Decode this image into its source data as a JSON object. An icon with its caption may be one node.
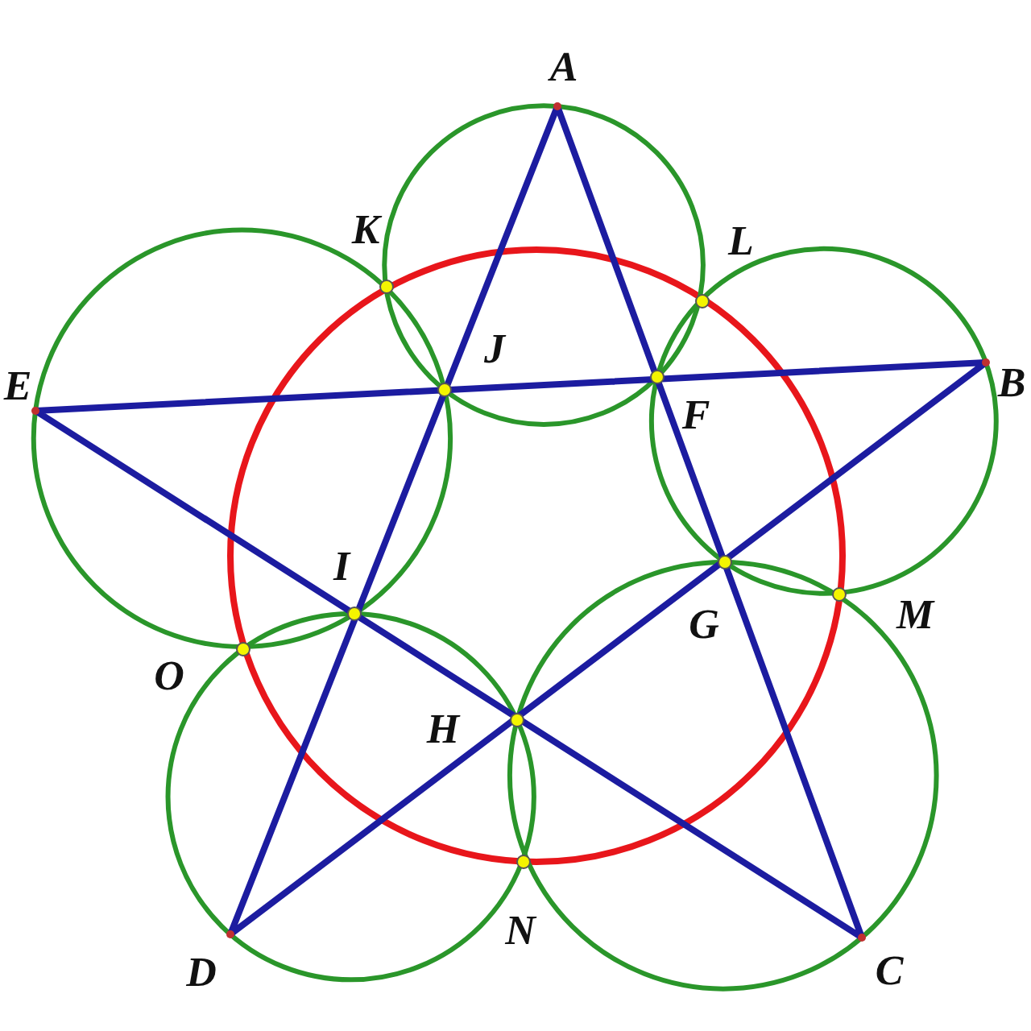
{
  "diagram": {
    "labels": [
      "A",
      "K",
      "L",
      "J",
      "B",
      "E",
      "F",
      "I",
      "G",
      "M",
      "O",
      "H",
      "D",
      "N",
      "C"
    ]
  }
}
